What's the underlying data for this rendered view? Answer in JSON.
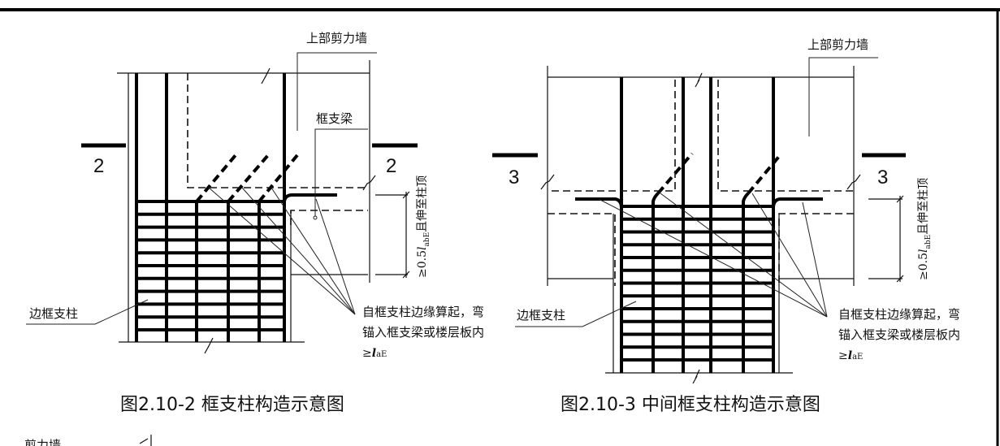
{
  "figure_left": {
    "section_mark": "2",
    "label_upper_wall": "上部剪力墙",
    "label_beam": "框支梁",
    "label_column": "边框支柱",
    "anchor_note_line1": "自框支柱边缘算起，弯",
    "anchor_note_line2": "锚入框支梁或楼层板内",
    "anchor_ge": "≥",
    "anchor_l": "l",
    "anchor_sub": "aE",
    "dim_prefix": "≥0.5",
    "dim_l": "l",
    "dim_sub": "abE",
    "dim_suffix": "且伸至柱顶",
    "caption": "图2.10-2 框支柱构造示意图"
  },
  "figure_right": {
    "section_mark": "3",
    "label_upper_wall": "上部剪力墙",
    "label_column": "边框支柱",
    "anchor_note_line1": "自框支柱边缘算起，弯",
    "anchor_note_line2": "锚入框支梁或楼层板内",
    "anchor_ge": "≥",
    "anchor_l": "l",
    "anchor_sub": "aE",
    "dim_prefix": "≥0.5",
    "dim_l": "l",
    "dim_sub": "abE",
    "dim_suffix": "且伸至柱顶",
    "caption": "图2.10-3 中间框支柱构造示意图"
  },
  "bottom_partial_label": "剪力墙"
}
